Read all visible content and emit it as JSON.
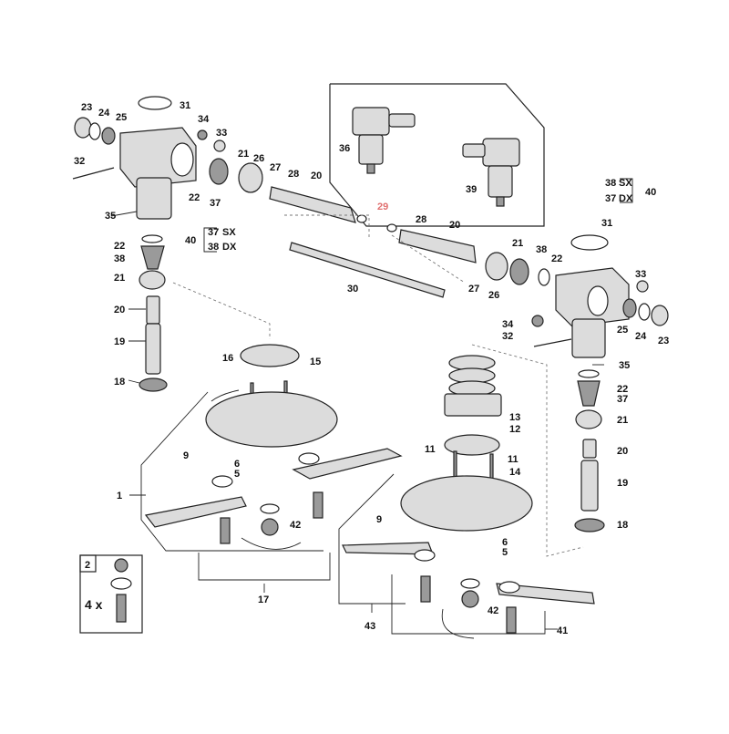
{
  "colors": {
    "line": "#222222",
    "part_fill": "#dcdcdc",
    "highlight": "#e07070"
  },
  "labels": {
    "l1": "1",
    "l2": "2",
    "l4x": "4 x",
    "l5a": "5",
    "l5b": "5",
    "l6a": "6",
    "l6b": "6",
    "l9a": "9",
    "l9b": "9",
    "l11a": "11",
    "l11b": "11",
    "l12": "12",
    "l13": "13",
    "l14": "14",
    "l15": "15",
    "l16": "16",
    "l17": "17",
    "l18a": "18",
    "l18b": "18",
    "l19a": "19",
    "l19b": "19",
    "l20a": "20",
    "l20b": "20",
    "l20c": "20",
    "l20d": "20",
    "l21a": "21",
    "l21b": "21",
    "l21c": "21",
    "l21d": "21",
    "l22a": "22",
    "l22b": "22",
    "l22c": "22",
    "l22d": "22",
    "l23a": "23",
    "l23b": "23",
    "l24a": "24",
    "l24b": "24",
    "l25a": "25",
    "l25b": "25",
    "l26a": "26",
    "l26b": "26",
    "l27a": "27",
    "l27b": "27",
    "l28a": "28",
    "l28b": "28",
    "l29": "29",
    "l30": "30",
    "l31a": "31",
    "l31b": "31",
    "l32a": "32",
    "l32b": "32",
    "l33a": "33",
    "l33b": "33",
    "l34a": "34",
    "l34b": "34",
    "l35a": "35",
    "l35b": "35",
    "l36": "36",
    "l39": "39",
    "l37a": "37",
    "l37b": "37",
    "l38a": "38",
    "l38b": "38",
    "l40a": "40",
    "l40b": "40",
    "l41": "41",
    "l42a": "42",
    "l42b": "42",
    "l43": "43",
    "box_left_37": "37",
    "box_left_37_suffix": "SX",
    "box_left_38": "38",
    "box_left_38_suffix": "DX",
    "box_right_38": "38",
    "box_right_38_suffix": "SX",
    "box_right_37": "37",
    "box_right_37_suffix": "DX"
  }
}
